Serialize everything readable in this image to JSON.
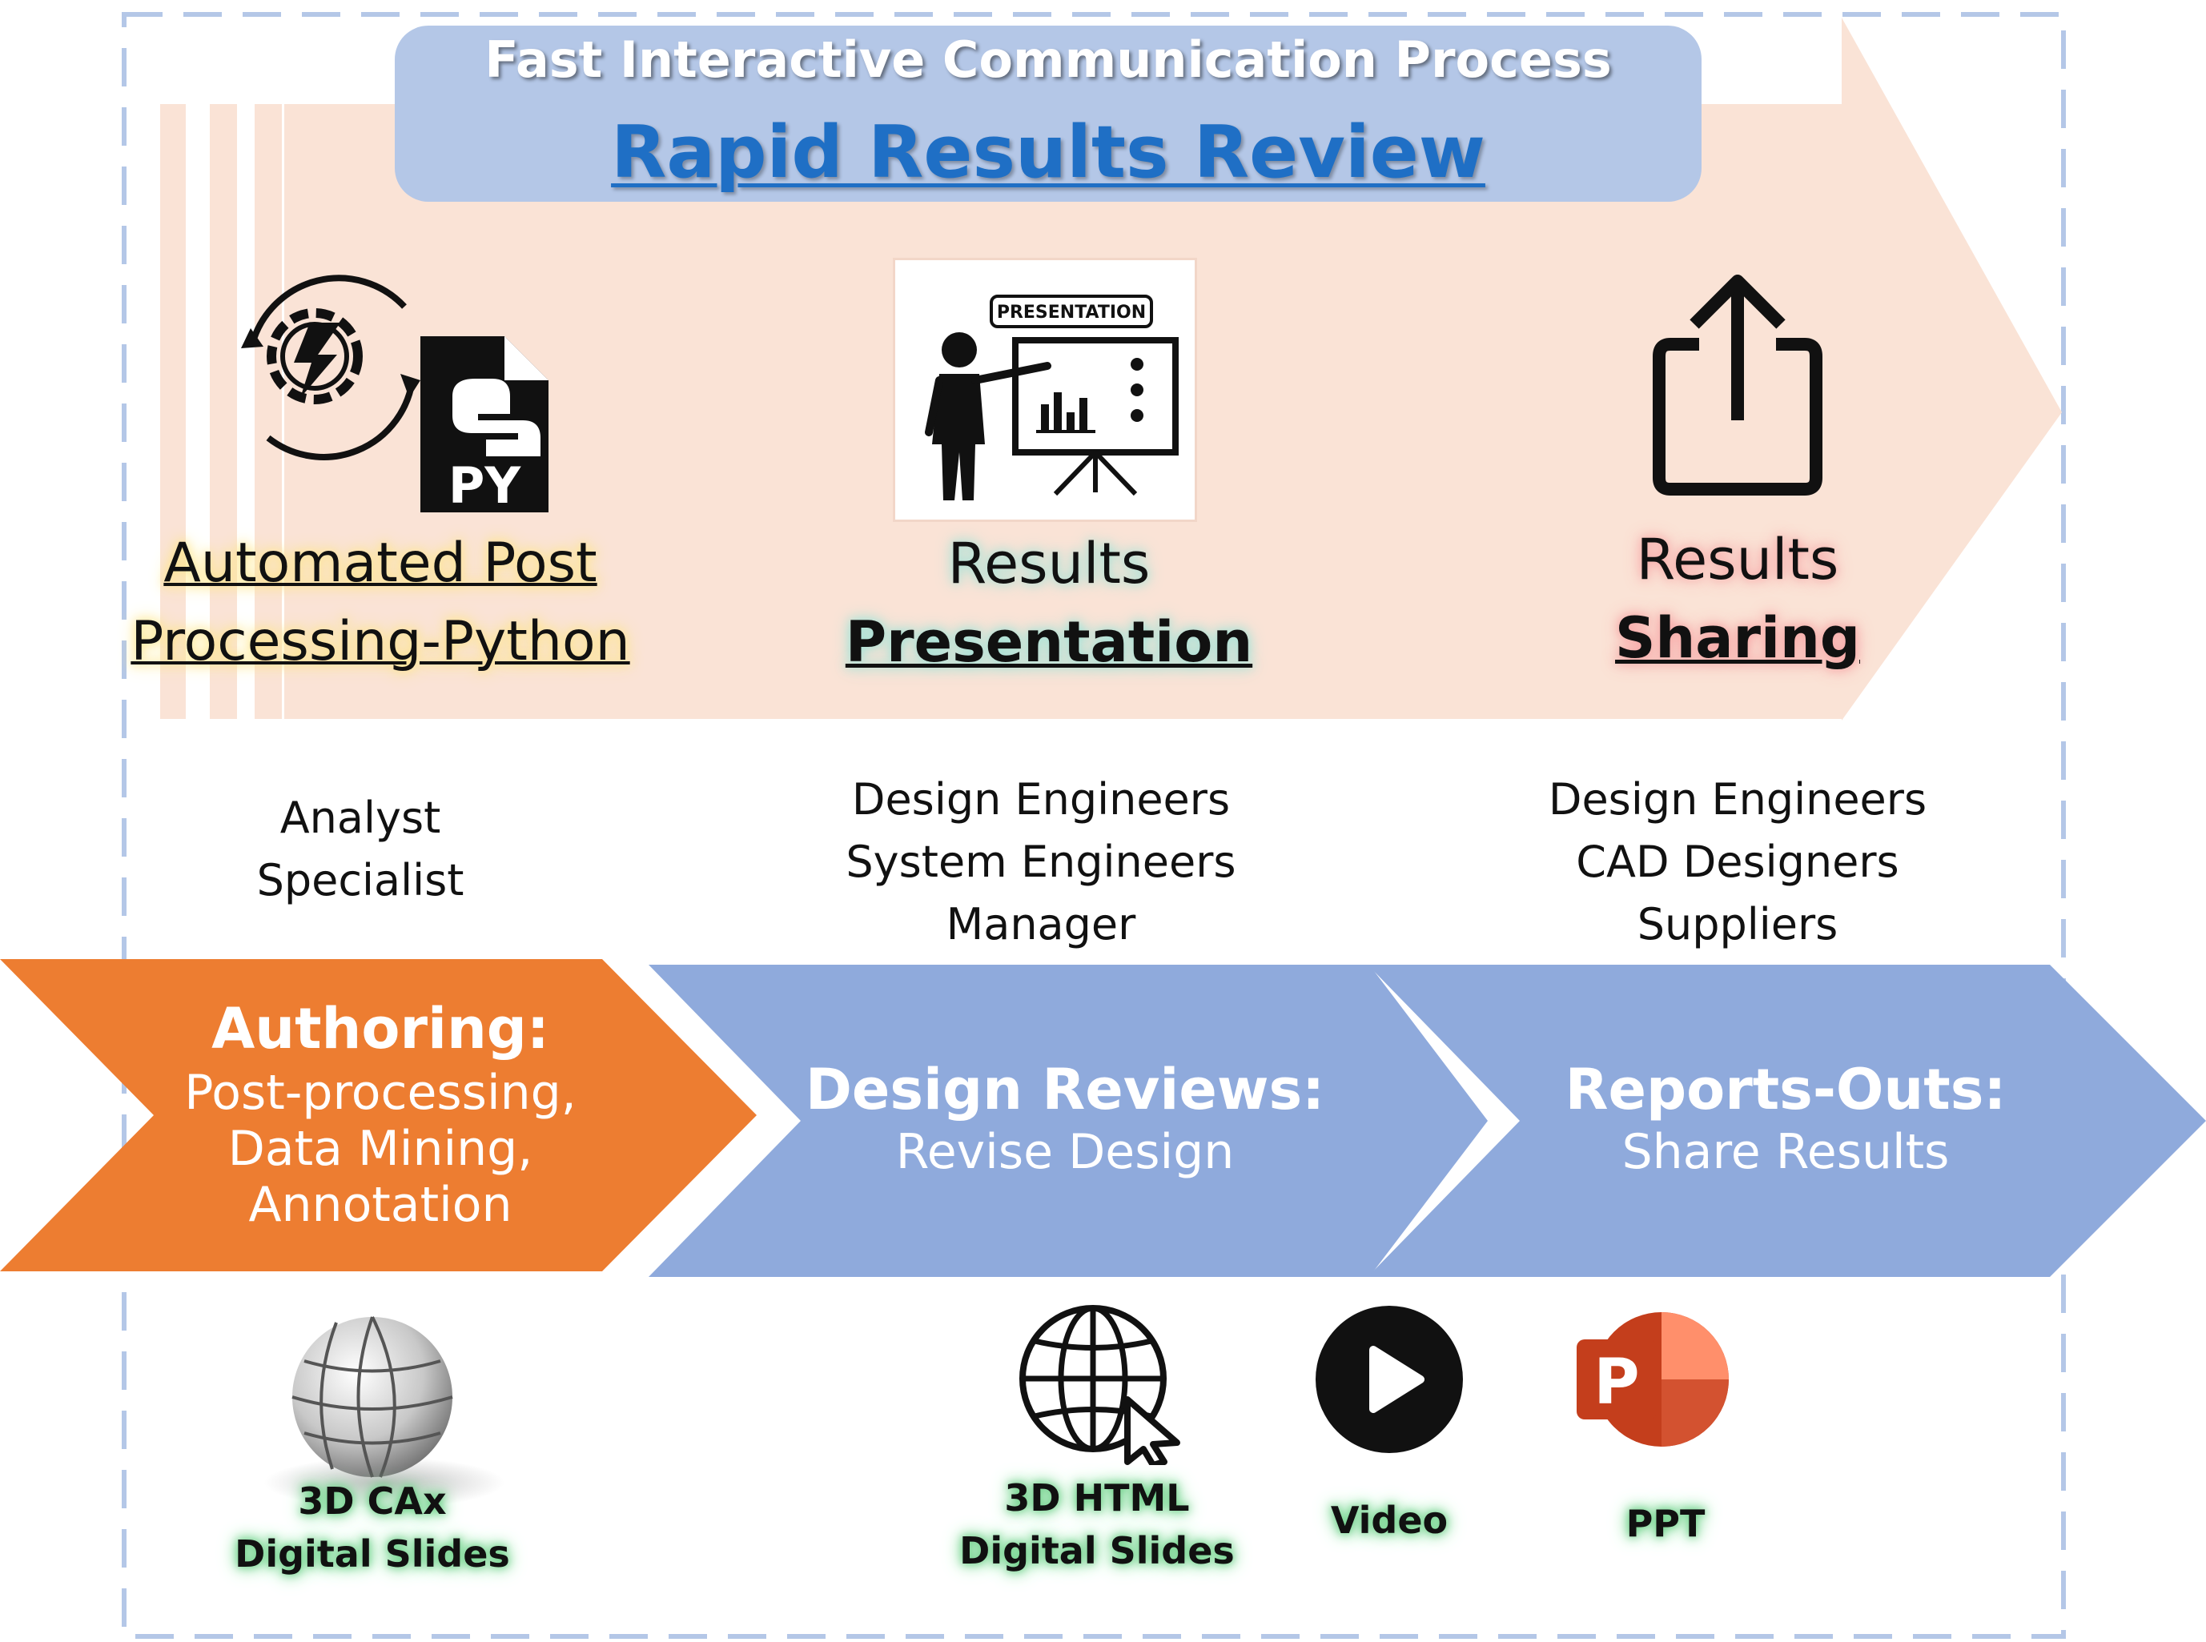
{
  "header": {
    "subtitle": "Fast Interactive Communication Process",
    "title": "Rapid Results Review"
  },
  "stages": [
    {
      "line1": "Automated Post",
      "line2": "Processing-Python",
      "icon": "python-file-icon"
    },
    {
      "line1": "Results",
      "line2": "Presentation",
      "icon": "presentation-icon",
      "board_label": "PRESENTATION"
    },
    {
      "line1": "Results",
      "line2": "Sharing",
      "icon": "share-icon"
    }
  ],
  "audiences": [
    [
      "Analyst",
      "Specialist"
    ],
    [
      "Design Engineers",
      "System Engineers",
      "Manager"
    ],
    [
      "Design Engineers",
      "CAD Designers",
      "Suppliers"
    ]
  ],
  "chevrons": [
    {
      "head": "Authoring:",
      "sub": [
        "Post-processing,",
        "Data Mining,",
        "Annotation"
      ],
      "color": "#ed7d31"
    },
    {
      "head": "Design Reviews:",
      "sub": [
        "Revise Design"
      ],
      "color": "#8faadc"
    },
    {
      "head": "Reports-Outs:",
      "sub": [
        "Share Results"
      ],
      "color": "#8faadc"
    }
  ],
  "formats": [
    {
      "lines": [
        "3D CAx",
        "Digital Slides"
      ],
      "icon": "globe-icon"
    },
    {
      "lines": [
        "3D HTML",
        "Digital Slides"
      ],
      "icon": "web-cursor-icon"
    },
    {
      "lines": [
        "Video"
      ],
      "icon": "play-icon"
    },
    {
      "lines": [
        "PPT"
      ],
      "icon": "powerpoint-icon",
      "logo_letter": "P"
    }
  ],
  "colors": {
    "arrow_fill": "#fae3d6",
    "header_box": "#b4c7e7",
    "title_blue": "#1f6fc5",
    "orange": "#ed7d31",
    "blue": "#8faadc",
    "border": "#b4c7e7",
    "ppt_dark": "#c43e1c",
    "ppt_light": "#ff8f6b"
  }
}
